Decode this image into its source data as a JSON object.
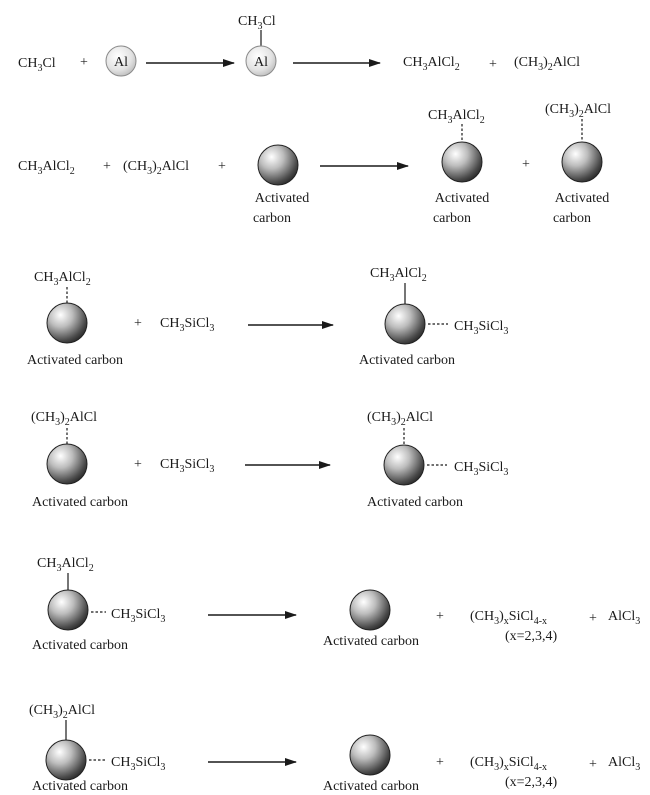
{
  "scheme": {
    "r1": {
      "ch3cl": [
        "CH",
        "3",
        "Cl"
      ],
      "plus": "+",
      "al": "Al",
      "adsorbed": [
        "CH",
        "3",
        "Cl"
      ],
      "al2": "Al",
      "p1": [
        "CH",
        "3",
        "AlCl",
        "2"
      ],
      "plus2": "+",
      "p2": [
        "(CH",
        "3",
        ")",
        "2",
        "AlCl"
      ]
    },
    "r2": {
      "a1": [
        "CH",
        "3",
        "AlCl",
        "2"
      ],
      "plus1": "+",
      "a2": [
        "(CH",
        "3",
        ")",
        "2",
        "AlCl"
      ],
      "plus2": "+",
      "ac_line1": "Activated",
      "ac_line2": "carbon",
      "prod1_label": [
        "CH",
        "3",
        "AlCl",
        "2"
      ],
      "prod1_line1": "Activated",
      "prod1_line2": "carbon",
      "plus3": "+",
      "prod2_label": [
        "(CH",
        "3",
        ")",
        "2",
        "AlCl"
      ],
      "prod2_line1": "Activated",
      "prod2_line2": "carbon"
    },
    "r3": {
      "top": [
        "CH",
        "3",
        "AlCl",
        "2"
      ],
      "caption": "Activated carbon",
      "plus": "+",
      "reagent": [
        "CH",
        "3",
        "SiCl",
        "3"
      ],
      "prod_top": [
        "CH",
        "3",
        "AlCl",
        "2"
      ],
      "prod_side": [
        "CH",
        "3",
        "SiCl",
        "3"
      ],
      "prod_caption": "Activated carbon"
    },
    "r4": {
      "top": [
        "(CH",
        "3",
        ")",
        "2",
        "AlCl"
      ],
      "caption": "Activated carbon",
      "plus": "+",
      "reagent": [
        "CH",
        "3",
        "SiCl",
        "3"
      ],
      "prod_top": [
        "(CH",
        "3",
        ")",
        "2",
        "AlCl"
      ],
      "prod_side": [
        "CH",
        "3",
        "SiCl",
        "3"
      ],
      "prod_caption": "Activated carbon"
    },
    "r5": {
      "top": [
        "CH",
        "3",
        "AlCl",
        "2"
      ],
      "side": [
        "CH",
        "3",
        "SiCl",
        "3"
      ],
      "caption": "Activated carbon",
      "prod_caption": "Activated carbon",
      "plus1": "+",
      "silane": [
        "(CH",
        "3",
        ")",
        "x",
        "SiCl",
        "4-x"
      ],
      "x_values": "(x=2,3,4)",
      "plus2": "+",
      "alcl3": [
        "AlCl",
        "3"
      ]
    },
    "r6": {
      "top": [
        "(CH",
        "3",
        ")",
        "2",
        "AlCl"
      ],
      "side": [
        "CH",
        "3",
        "SiCl",
        "3"
      ],
      "caption": "Activated carbon",
      "prod_caption": "Activated carbon",
      "plus1": "+",
      "silane": [
        "(CH",
        "3",
        ")",
        "x",
        "SiCl",
        "4-x"
      ],
      "x_values": "(x=2,3,4)",
      "plus2": "+",
      "alcl3": [
        "AlCl",
        "3"
      ]
    }
  }
}
